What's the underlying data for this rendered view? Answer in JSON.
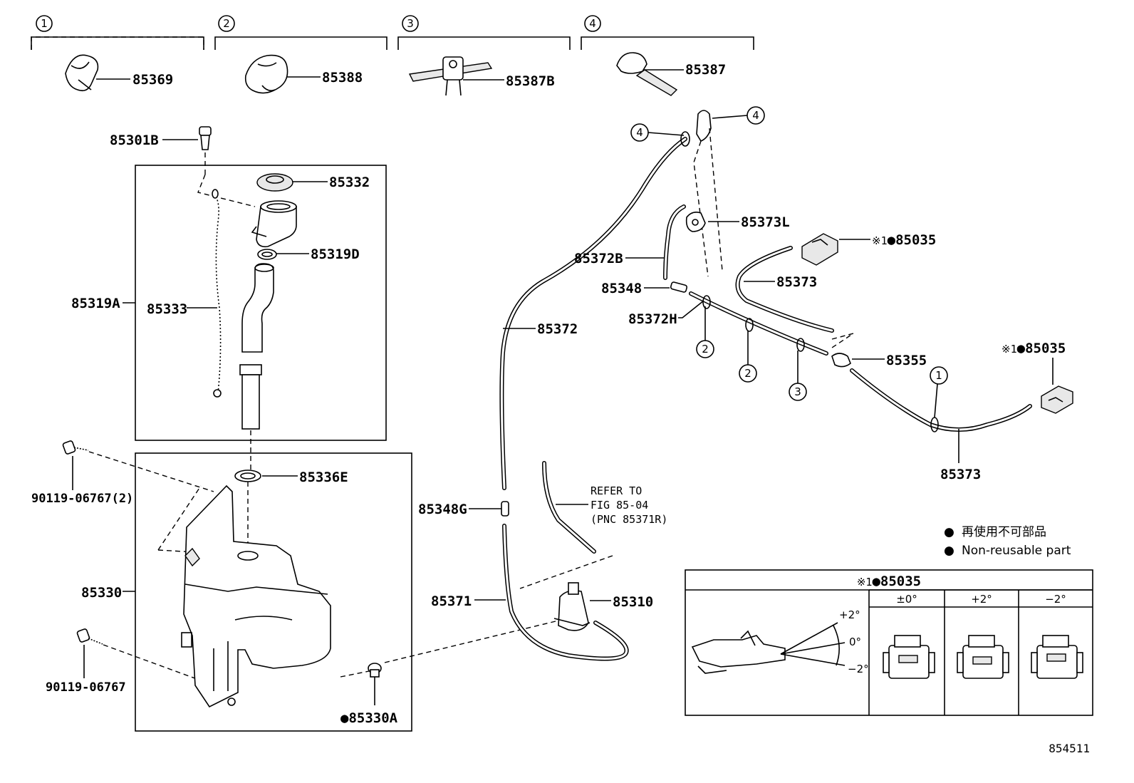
{
  "group_headers": [
    {
      "num": "1",
      "part": "85369"
    },
    {
      "num": "2",
      "part": "85388"
    },
    {
      "num": "3",
      "part": "85387B"
    },
    {
      "num": "4",
      "part": "85387"
    }
  ],
  "labels": {
    "p85301B": "85301B",
    "p85332": "85332",
    "p85319D": "85319D",
    "p85319A": "85319A",
    "p85333": "85333",
    "p85336E": "85336E",
    "p90119_2": "90119-06767(2)",
    "p90119": "90119-06767",
    "p85330": "85330",
    "p85330A": "85330A",
    "p85372": "85372",
    "p85348G": "85348G",
    "p85371": "85371",
    "p85310": "85310",
    "p85372B": "85372B",
    "p85373L": "85373L",
    "p85348": "85348",
    "p85372H": "85372H",
    "p85373a": "85373",
    "p85373b": "85373",
    "p85355": "85355",
    "p85035a": "85035",
    "p85035b": "85035"
  },
  "refer_note": [
    "REFER TO",
    "FIG 85-04",
    "(PNC 85371R)"
  ],
  "legend": {
    "jp": "再使用不可部品",
    "en": "Non-reusable part"
  },
  "markers": {
    "ref_mark": "※1",
    "dot": "●"
  },
  "inset": {
    "title": "85035",
    "col_headers": [
      "±0°",
      "+2°",
      "−2°"
    ],
    "angle_labels": [
      "+2°",
      "0°",
      "−2°"
    ]
  },
  "callouts": {
    "c4a": "4",
    "c4b": "4",
    "c2a": "2",
    "c2b": "2",
    "c3": "3",
    "c1": "1"
  },
  "figure_id": "854511"
}
